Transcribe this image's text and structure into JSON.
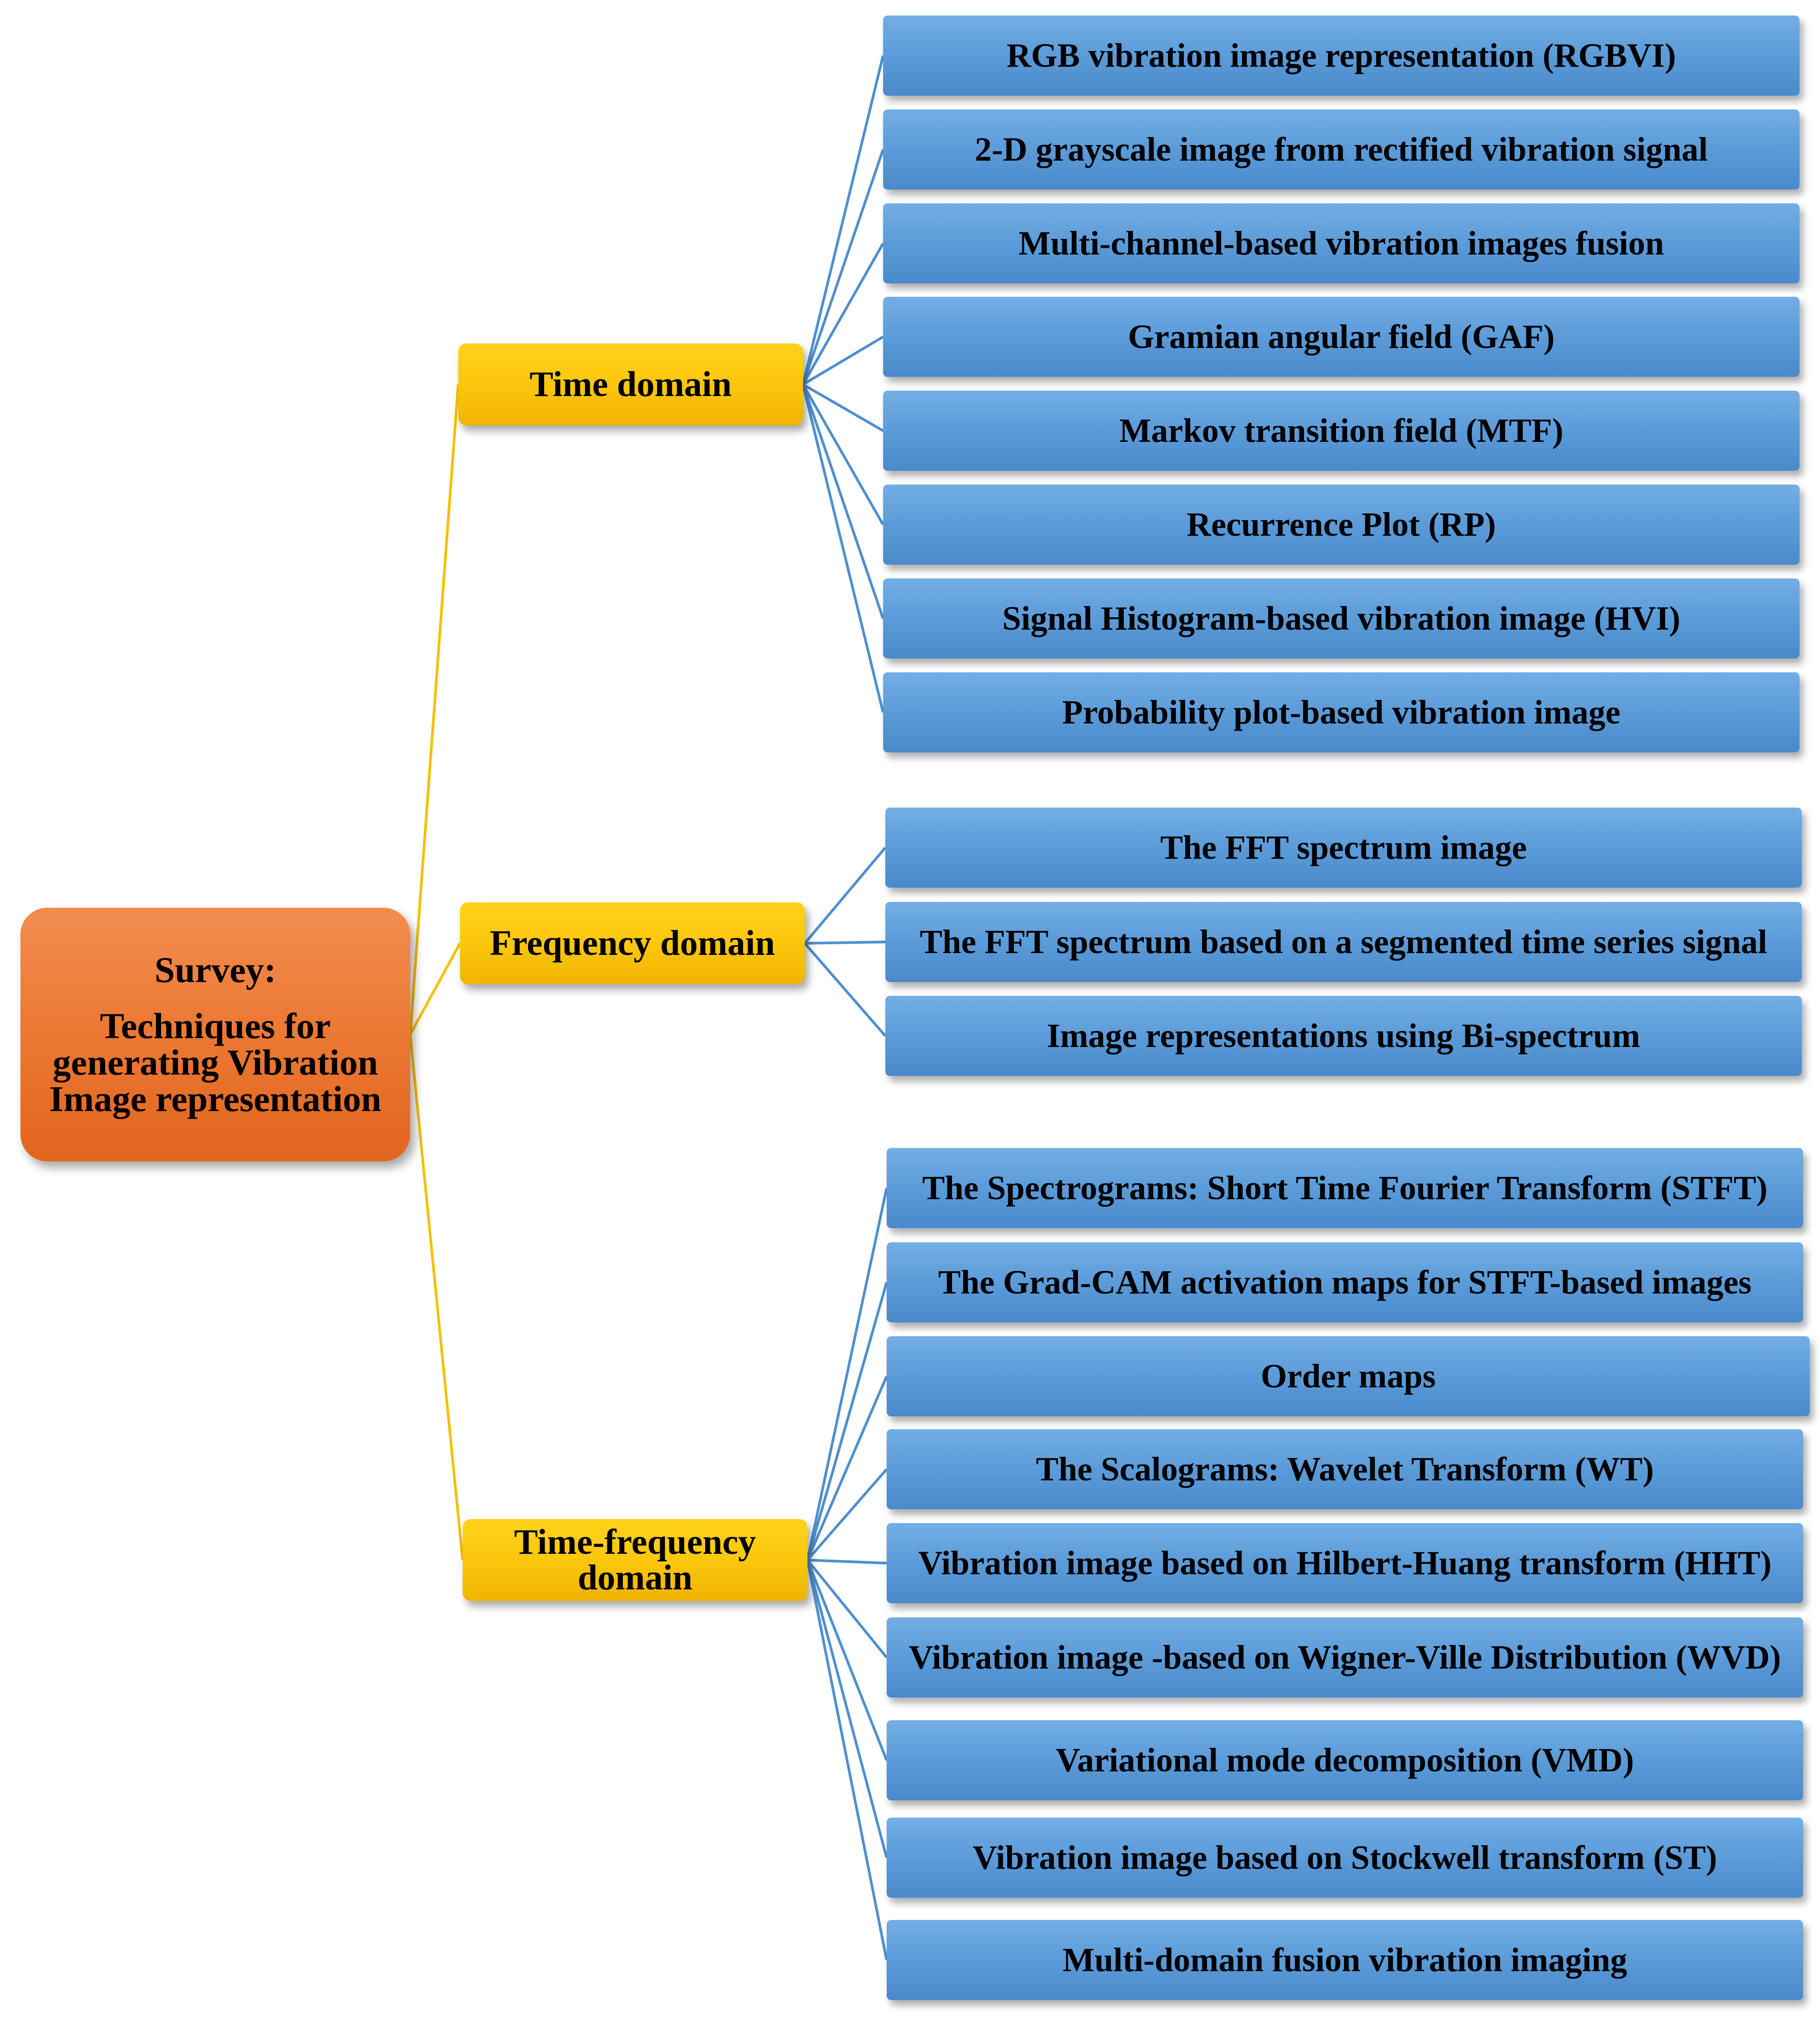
{
  "root": {
    "line1": "Survey:",
    "line2": "Techniques for generating Vibration Image representation"
  },
  "domains": [
    {
      "label": "Time domain",
      "items": [
        "RGB vibration image representation (RGBVI)",
        "2-D grayscale image from rectified vibration signal",
        "Multi-channel-based vibration images fusion",
        "Gramian angular field (GAF)",
        "Markov transition field (MTF)",
        "Recurrence Plot (RP)",
        "Signal Histogram-based vibration image (HVI)",
        "Probability plot-based vibration image"
      ]
    },
    {
      "label": "Frequency domain",
      "items": [
        "The FFT spectrum image",
        "The FFT spectrum based on a segmented time series signal",
        "Image representations using Bi-spectrum"
      ]
    },
    {
      "label": "Time-frequency domain",
      "items": [
        "The Spectrograms: Short Time Fourier Transform (STFT)",
        "The Grad-CAM activation maps for STFT-based images",
        "Order maps",
        "The Scalograms: Wavelet Transform (WT)",
        "Vibration image based on Hilbert-Huang transform (HHT)",
        "Vibration image -based on Wigner-Ville Distribution (WVD)",
        "Variational mode decomposition (VMD)",
        "Vibration image based on Stockwell transform (ST)",
        "Multi-domain fusion vibration imaging"
      ]
    }
  ],
  "colors": {
    "root": "#ec7a35",
    "domain": "#fbc70d",
    "leaf": "#5b9bd8",
    "domain_line": "#f5c000",
    "leaf_line": "#4f8fd0"
  }
}
